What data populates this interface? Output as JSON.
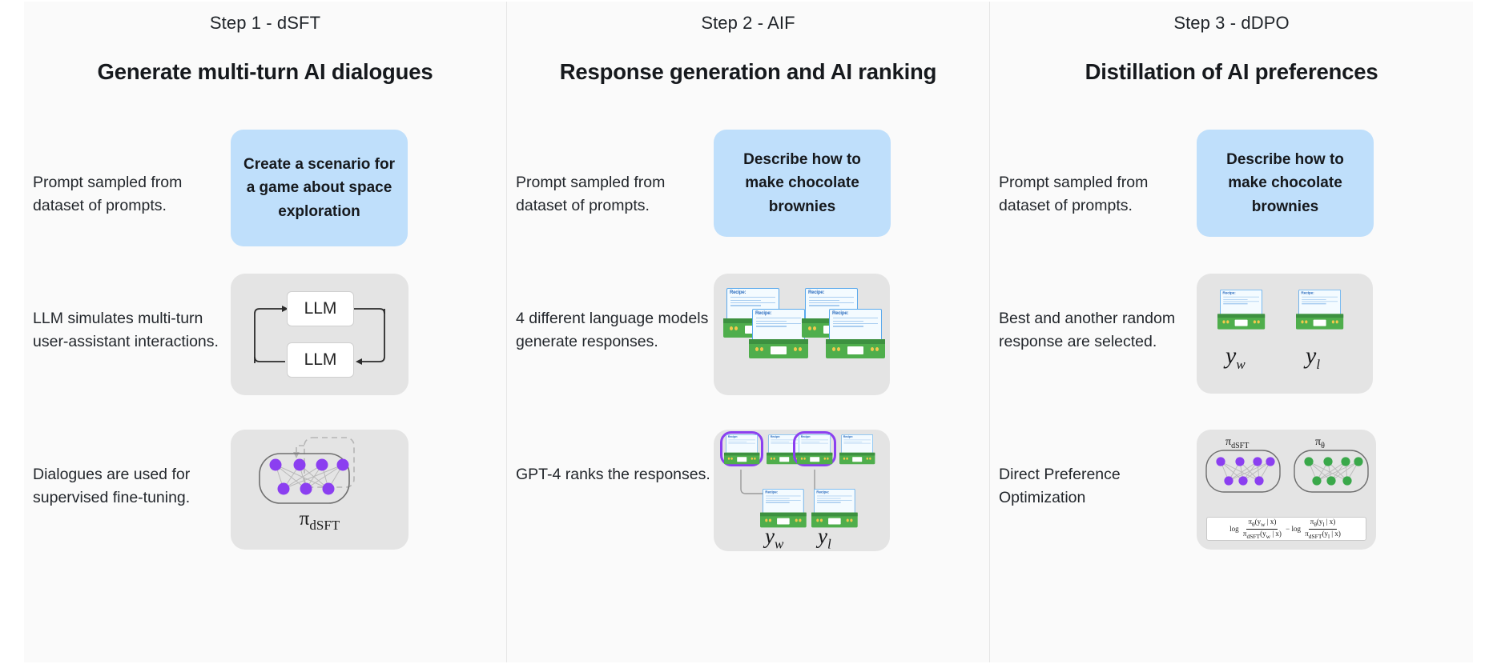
{
  "figure": {
    "background": "#fafafa",
    "accent_blue": "#bfdffb",
    "accent_purple": "#8b3ff0",
    "accent_green": "#4fae4c",
    "panel_grey": "#e4e4e4"
  },
  "columns": [
    {
      "step_label": "Step 1 - dSFT",
      "title": "Generate multi-turn AI dialogues",
      "rows": [
        {
          "text": "Prompt sampled from dataset of prompts.",
          "art": "prompt-bubble",
          "bubble_text": "Create a scenario for a game about space exploration"
        },
        {
          "text": "LLM simulates multi-turn user-assistant interactions.",
          "art": "llm-loop",
          "node_labels": [
            "LLM",
            "LLM"
          ]
        },
        {
          "text": "Dialogues are used for supervised fine-tuning.",
          "art": "neural-net",
          "model_label": "π",
          "model_subscript": "dSFT"
        }
      ]
    },
    {
      "step_label": "Step 2 - AIF",
      "title": "Response generation and AI ranking",
      "rows": [
        {
          "text": "Prompt sampled from dataset of prompts.",
          "art": "prompt-bubble",
          "bubble_text": "Describe how to make chocolate brownies"
        },
        {
          "text": "4 different language models generate responses.",
          "art": "recipe-cards-four",
          "card_title": "Recipe:",
          "card_lines": [
            "1. Mix flour, sugar and eggs",
            "2. Add chocolate and butter",
            "3. Bake"
          ]
        },
        {
          "text": "GPT-4 ranks the responses.",
          "art": "ranking",
          "selected_labels": [
            "y",
            "y"
          ],
          "winner_label": "y",
          "winner_sub": "w",
          "loser_label": "y",
          "loser_sub": "l"
        }
      ]
    },
    {
      "step_label": "Step 3 - dDPO",
      "title": "Distillation of AI preferences",
      "rows": [
        {
          "text": "Prompt sampled from dataset of prompts.",
          "art": "prompt-bubble",
          "bubble_text": "Describe how to make chocolate brownies"
        },
        {
          "text": "Best and another random response are selected.",
          "art": "two-cards",
          "winner_label": "y",
          "winner_sub": "w",
          "loser_label": "y",
          "loser_sub": "l"
        },
        {
          "text": "Direct Preference Optimization",
          "art": "dpo-formula",
          "left_model": "π",
          "left_model_sub": "dSFT",
          "right_model": "π",
          "right_model_sub": "θ",
          "formula": {
            "log1": "log",
            "num1_pi": "π",
            "num1_sub": "θ",
            "num1_arg": "(y",
            "num1_argsub": "w",
            "num1_argend": " | x)",
            "den1_pi": "π",
            "den1_sub": "dSFT",
            "den1_arg": "(y",
            "den1_argsub": "w",
            "den1_argend": " | x)",
            "minus": "−",
            "log2": "log",
            "num2_pi": "π",
            "num2_sub": "θ",
            "num2_arg": "(y",
            "num2_argsub": "l",
            "num2_argend": " | x)",
            "den2_pi": "π",
            "den2_sub": "dSFT",
            "den2_arg": "(y",
            "den2_argsub": "l",
            "den2_argend": " | x)"
          }
        }
      ]
    }
  ]
}
